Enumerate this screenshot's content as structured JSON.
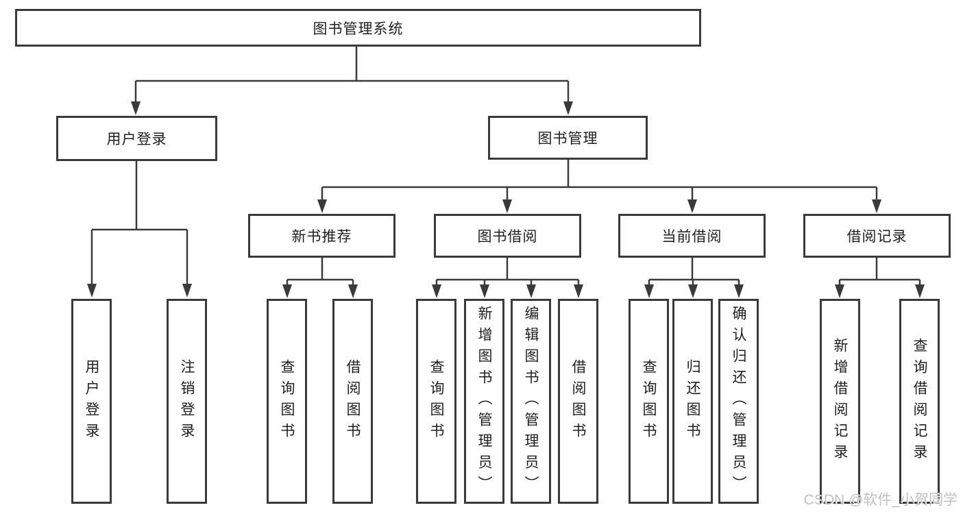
{
  "diagram": {
    "root": {
      "label": "图书管理系统"
    },
    "level2": [
      {
        "label": "用户登录"
      },
      {
        "label": "图书管理"
      }
    ],
    "level3": [
      {
        "label": "新书推荐"
      },
      {
        "label": "图书借阅"
      },
      {
        "label": "当前借阅"
      },
      {
        "label": "借阅记录"
      }
    ],
    "leaves": {
      "user_login": [
        {
          "label": "用户登录"
        },
        {
          "label": "注销登录"
        }
      ],
      "new_book": [
        {
          "label": "查询图书"
        },
        {
          "label": "借阅图书"
        }
      ],
      "book_borrow": [
        {
          "label": "查询图书"
        },
        {
          "label": "新增图书（管理员）"
        },
        {
          "label": "编辑图书（管理员）"
        },
        {
          "label": "借阅图书"
        }
      ],
      "current_borrow": [
        {
          "label": "查询图书"
        },
        {
          "label": "归还图书"
        },
        {
          "label": "确认归还（管理员）"
        }
      ],
      "borrow_records": [
        {
          "label": "新增借阅记录"
        },
        {
          "label": "查询借阅记录"
        }
      ]
    }
  },
  "watermark": {
    "text": "CSDN @软件_小贺同学"
  },
  "colors": {
    "line": "#3a3a3a",
    "text": "#1f1f1f",
    "watermark": "#c0c0c0",
    "background": "#ffffff"
  }
}
